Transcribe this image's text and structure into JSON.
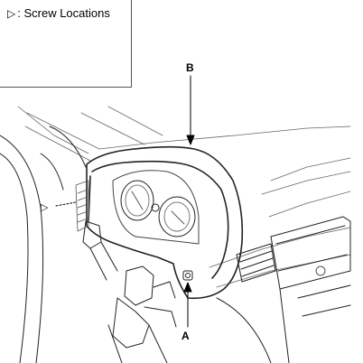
{
  "legend": {
    "marker": "▷",
    "text": ": Screw Locations",
    "screw_icon": "screw-icon"
  },
  "callouts": {
    "a": "A",
    "b": "B"
  },
  "screw_marker": "▷",
  "colors": {
    "line": "#222222",
    "light_line": "#777777",
    "background": "#ffffff"
  }
}
